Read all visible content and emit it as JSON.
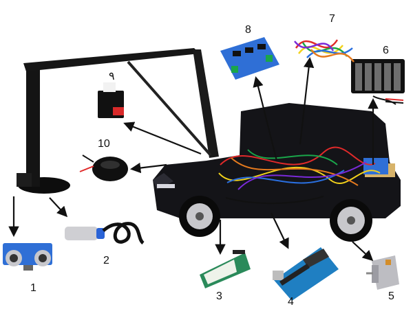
{
  "labels": {
    "l1": "1",
    "l2": "2",
    "l3": "3",
    "l4": "4",
    "l5": "5",
    "l6": "6",
    "l7": "7",
    "l8": "8",
    "l9": "٩",
    "l10": "10"
  },
  "colors": {
    "background": "#ffffff",
    "car_body": "#141418",
    "arm": "#111111",
    "pcb_blue": "#2f6fd6",
    "pcb_green": "#2a8a5a",
    "wire_red": "#e02a2a",
    "wire_yellow": "#f2d21b",
    "wire_blue": "#2a6fe0",
    "arrow": "#111111"
  },
  "components": [
    {
      "id": "1",
      "name": "ultrasonic-sensor"
    },
    {
      "id": "2",
      "name": "inductive-proximity-sensor"
    },
    {
      "id": "3",
      "name": "bluetooth-module"
    },
    {
      "id": "4",
      "name": "arduino-board"
    },
    {
      "id": "5",
      "name": "dc-motor"
    },
    {
      "id": "6",
      "name": "battery-holder"
    },
    {
      "id": "7",
      "name": "jumper-wires"
    },
    {
      "id": "8",
      "name": "motor-driver-shield"
    },
    {
      "id": "٩",
      "name": "servo-motor"
    },
    {
      "id": "10",
      "name": "buzzer"
    }
  ]
}
